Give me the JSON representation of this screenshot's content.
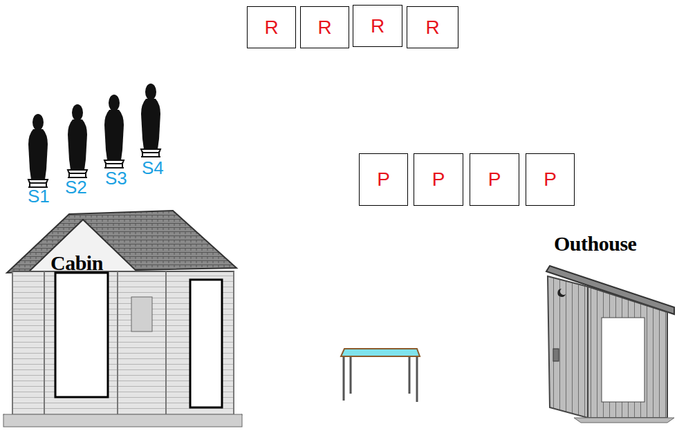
{
  "diagram": {
    "nodes": [
      {
        "text": [
          "R"
        ]
      },
      {
        "text": [
          "R"
        ]
      },
      {
        "text": [
          "R"
        ]
      },
      {
        "text": [
          "R"
        ]
      },
      {
        "text": [
          "P"
        ]
      },
      {
        "text": [
          "P"
        ]
      },
      {
        "text": [
          "P"
        ]
      },
      {
        "text": [
          "P"
        ]
      }
    ],
    "labels": [
      "S1",
      "S2",
      "S3",
      "S4",
      "Cabin",
      "Outhouse"
    ]
  }
}
